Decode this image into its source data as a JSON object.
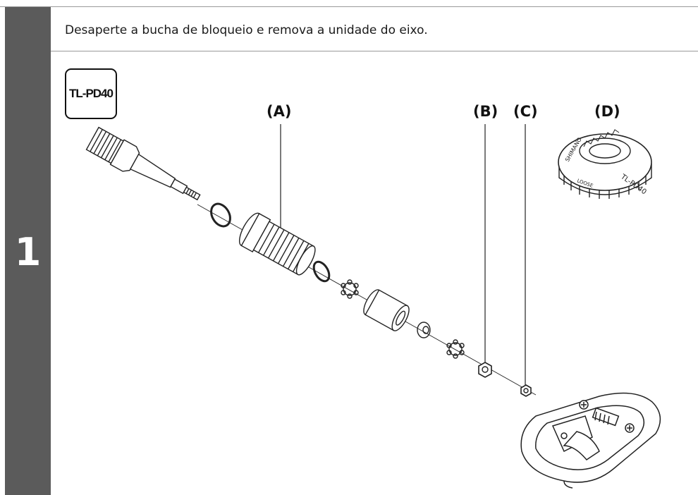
{
  "step": {
    "number": "1"
  },
  "instruction": "Desaperte a bucha de bloqueio e remova a unidade do eixo.",
  "tool_badge": "TL-PD40",
  "callouts": {
    "a": "(A)",
    "b": "(B)",
    "c": "(C)",
    "d": "(D)"
  },
  "tool_markings": {
    "brand": "SHIMANO",
    "model": "TL-PD40",
    "loose": "LOOSE"
  }
}
